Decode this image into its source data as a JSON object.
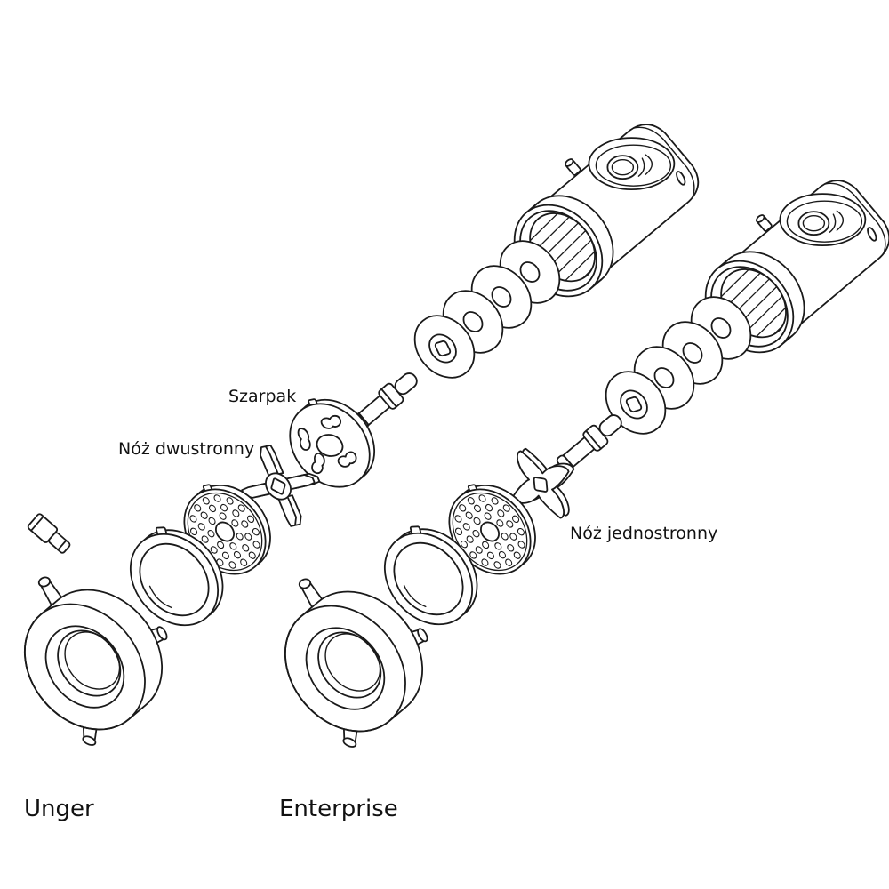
{
  "diagram": {
    "background_color": "#ffffff",
    "line_color": "#1a1a1a",
    "labels": {
      "szarpak": "Szarpak",
      "noz_dwustronny": "Nóż dwustronny",
      "noz_jednostronny": "Nóż jednostronny"
    },
    "variants": {
      "left": "Unger",
      "right": "Enterprise"
    }
  }
}
